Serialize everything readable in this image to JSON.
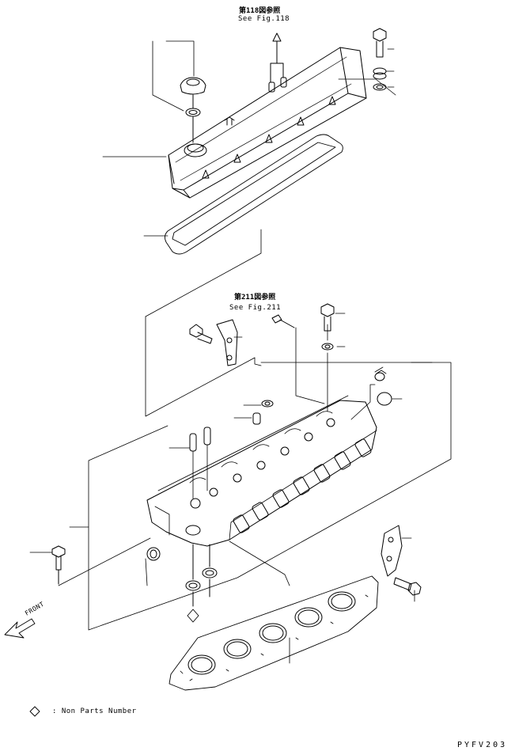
{
  "references": [
    {
      "id": "fig118",
      "japanese": "第118図参照",
      "english": "See Fig.118"
    },
    {
      "id": "fig211",
      "japanese": "第211図参照",
      "english": "See Fig.211"
    }
  ],
  "front_label": "FRONT",
  "legend": {
    "symbol": "◇",
    "text": ": Non Parts Number"
  },
  "doc_code": "PYFV203"
}
